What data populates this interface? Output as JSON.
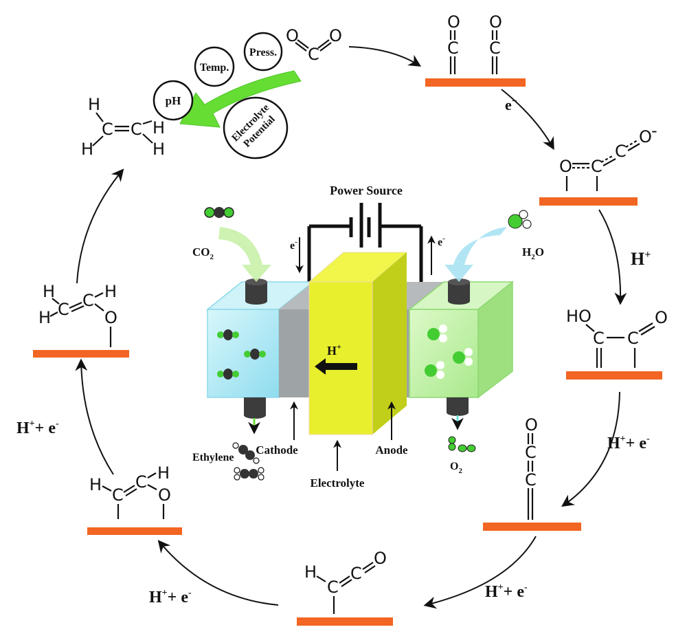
{
  "colors": {
    "surface": "#f26522",
    "green_arrow": "#66dd33",
    "cathode_chamber": "#bfeff7",
    "anode_chamber": "#bff0a8",
    "electrolyte": "#e8ef2c",
    "electrode": "#9ea3a5",
    "atom_green": "#44cc33",
    "atom_dark": "#333333"
  },
  "conditions": {
    "press": "Press.",
    "temp": "Temp.",
    "ph": "pH",
    "electrolyte_line1": "Electrolyte",
    "electrolyte_line2": "Potential"
  },
  "cell": {
    "power_source": "Power Source",
    "co2": "CO",
    "co2_sub": "2",
    "h2o_h": "H",
    "h2o_sub": "2",
    "h2o_o": "O",
    "e_left": "e",
    "e_right": "e",
    "e_sup": "-",
    "h_plus": "H",
    "h_plus_sup": "+",
    "ethylene": "Ethylene",
    "cathode": "Cathode",
    "electrolyte": "Electrolyte",
    "anode": "Anode",
    "o2": "O",
    "o2_sub": "2"
  },
  "steps": {
    "e_minus": "e",
    "e_minus_sup": "−",
    "h_plus": "H",
    "h_plus_sup": "+",
    "h_e_main": "H",
    "h_e_sup": "+",
    "h_e_rest": "+ e",
    "h_e_sup2": "-"
  },
  "molecules": {
    "O": "O",
    "C": "C",
    "H": "H",
    "HO": "HO",
    "O_minus": "O"
  }
}
